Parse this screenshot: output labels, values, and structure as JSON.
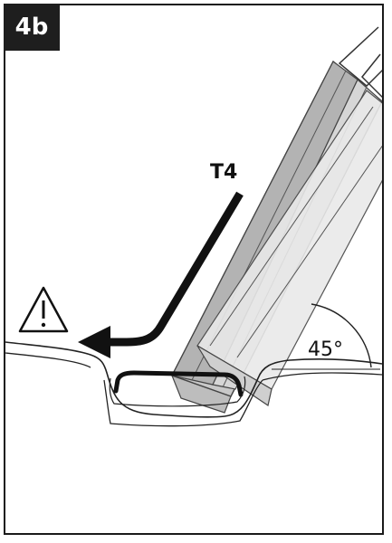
{
  "step": {
    "label": "4b"
  },
  "diagram": {
    "tool_label": "T4",
    "angle_label": "45°",
    "warning_icon": "warning-triangle-icon",
    "arrow_icon": "motion-arrow-icon"
  }
}
